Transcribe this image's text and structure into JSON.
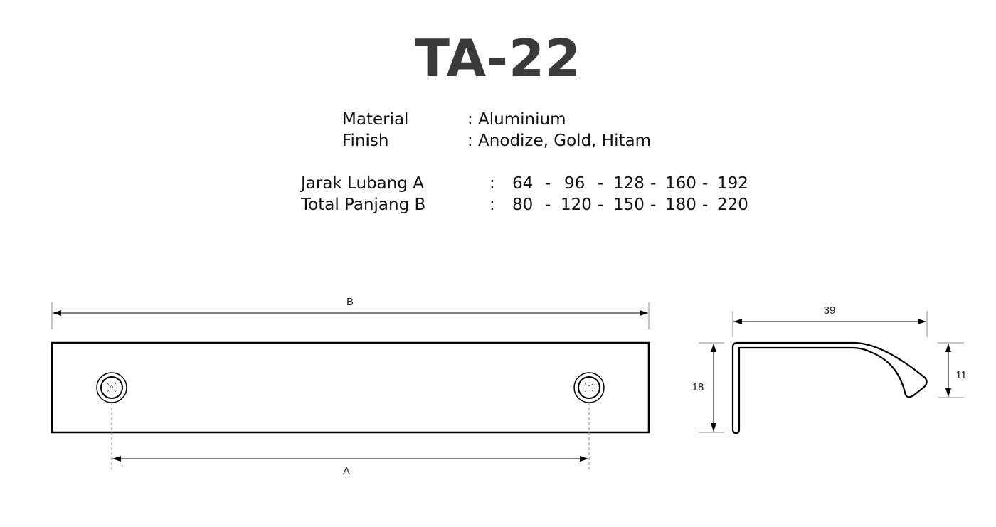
{
  "title": "TA-22",
  "specs": {
    "material_label": "Material",
    "material_value": ": Aluminium",
    "finish_label": "Finish",
    "finish_value": ": Anodize, Gold, Hitam"
  },
  "sizes": {
    "colon": ":",
    "rows": [
      {
        "label": "Jarak Lubang A",
        "values": [
          "64",
          "96",
          "128",
          "160",
          "192"
        ]
      },
      {
        "label": "Total Panjang B",
        "values": [
          "80",
          "120",
          "150",
          "180",
          "220"
        ]
      }
    ],
    "separator": "-"
  },
  "drawing": {
    "front_view": {
      "length_label": "B",
      "hole_distance_label": "A"
    },
    "side_view": {
      "width": "39",
      "height": "18",
      "lip_height": "11"
    }
  }
}
